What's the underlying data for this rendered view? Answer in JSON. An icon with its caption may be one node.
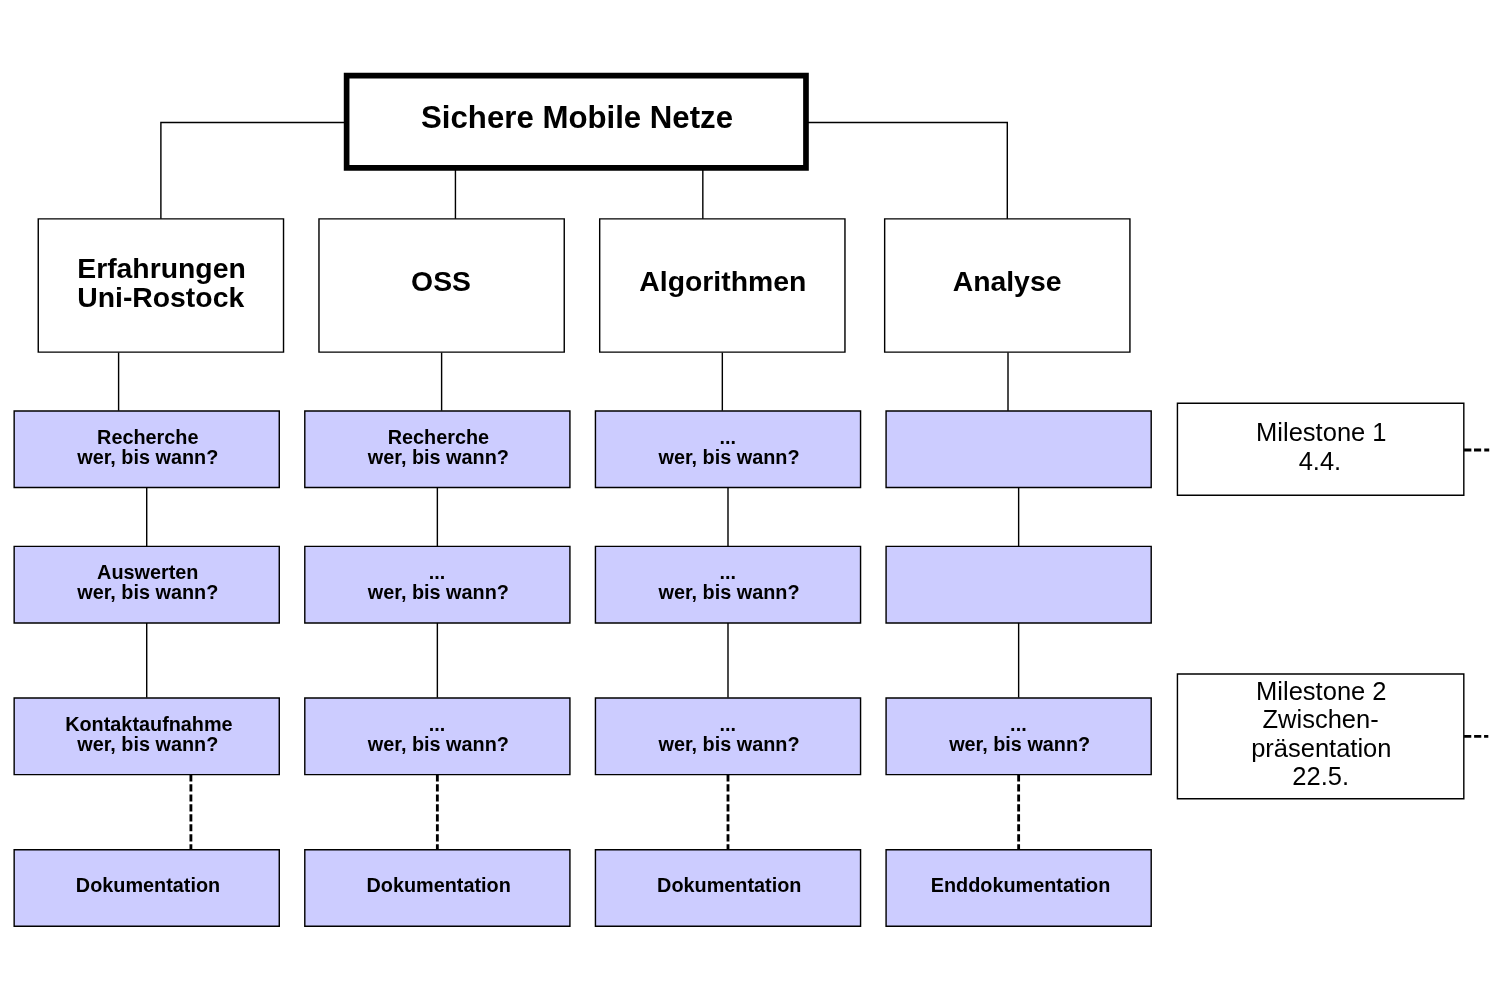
{
  "diagram": {
    "nodes": [
      {
        "text": [
          "Sichere Mobile Netze"
        ]
      },
      {
        "text": [
          "Erfahrungen Uni-Rostock"
        ]
      },
      {
        "text": [
          "OSS"
        ]
      },
      {
        "text": [
          "Algorithmen"
        ]
      },
      {
        "text": [
          "Analyse"
        ]
      },
      {
        "text": [
          "Recherche",
          "wer, bis wann?"
        ]
      },
      {
        "text": [
          "Recherche",
          "wer, bis wann?"
        ]
      },
      {
        "text": [
          "...",
          "wer, bis wann?"
        ]
      },
      {
        "text": [],
        "shape": "box"
      },
      {
        "text": [
          "Milestone 1 4.4."
        ]
      },
      {
        "text": [
          "Auswerten",
          "wer, bis wann?"
        ]
      },
      {
        "text": [
          "...",
          "wer, bis wann?"
        ]
      },
      {
        "text": [
          "...",
          "wer, bis wann?"
        ]
      },
      {
        "text": [],
        "shape": "box"
      },
      {
        "text": [
          "Kontaktaufnahme",
          "wer, bis wann?"
        ]
      },
      {
        "text": [
          "...",
          "wer, bis wann?"
        ]
      },
      {
        "text": [
          "...",
          "wer, bis wann?"
        ]
      },
      {
        "text": [
          "...",
          "wer, bis wann?"
        ]
      },
      {
        "text": [
          "Milestone 2 Zwischen- präsentation 22.5."
        ]
      },
      {
        "text": [
          "Dokumentation"
        ]
      },
      {
        "text": [
          "Dokumentation"
        ]
      },
      {
        "text": [
          "Dokumentation"
        ]
      },
      {
        "text": [
          "Enddokumentation"
        ]
      }
    ],
    "edges": [
      {
        "from": 0,
        "to": 1,
        "arrow": "none"
      },
      {
        "from": 0,
        "to": 2,
        "arrow": "none"
      },
      {
        "from": 0,
        "to": 3,
        "arrow": "none"
      },
      {
        "from": 0,
        "to": 4,
        "arrow": "none"
      },
      {
        "from": 1,
        "to": 5,
        "arrow": "none"
      },
      {
        "from": 2,
        "to": 6,
        "arrow": "none"
      },
      {
        "from": 3,
        "to": 7,
        "arrow": "none"
      },
      {
        "from": 4,
        "to": 8,
        "arrow": "none"
      },
      {
        "from": 5,
        "to": 10,
        "arrow": "none"
      },
      {
        "from": 6,
        "to": 11,
        "arrow": "none"
      },
      {
        "from": 7,
        "to": 12,
        "arrow": "none"
      },
      {
        "from": 8,
        "to": 13,
        "arrow": "none"
      },
      {
        "from": 10,
        "to": 14,
        "arrow": "none"
      },
      {
        "from": 11,
        "to": 15,
        "arrow": "none"
      },
      {
        "from": 12,
        "to": 16,
        "arrow": "none"
      },
      {
        "from": 13,
        "to": 17,
        "arrow": "none"
      },
      {
        "from": 14,
        "to": 19,
        "arrow": "none",
        "style": "dashed"
      },
      {
        "from": 15,
        "to": 20,
        "arrow": "none",
        "style": "dashed"
      },
      {
        "from": 16,
        "to": 21,
        "arrow": "none",
        "style": "dashed"
      },
      {
        "from": 17,
        "to": 22,
        "arrow": "none",
        "style": "dashed"
      },
      {
        "from": 9,
        "to": null,
        "arrow": "none",
        "style": "dashed"
      },
      {
        "from": 18,
        "to": null,
        "arrow": "none",
        "style": "dashed"
      }
    ]
  }
}
